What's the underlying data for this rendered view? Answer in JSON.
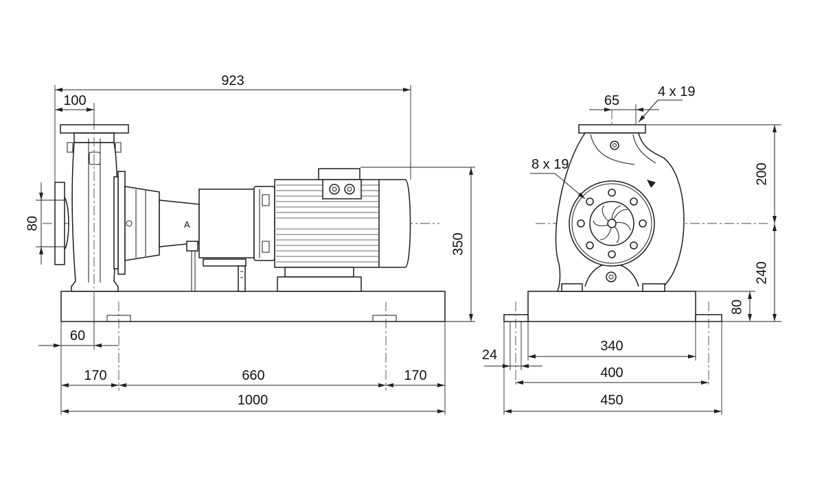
{
  "side_view": {
    "overall_length": "923",
    "flange_offset": "100",
    "suction_diameter": "80",
    "shaft_height": "350",
    "foot_offset": "60",
    "base_left": "170",
    "base_middle": "660",
    "base_right": "170",
    "base_length": "1000"
  },
  "end_view": {
    "discharge_offset": "65",
    "discharge_holes": "4 x 19",
    "suction_holes": "8 x 19",
    "top_height": "200",
    "center_height": "240",
    "base_height": "80",
    "bolt_span_inner": "340",
    "bolt_span": "400",
    "base_width": "450",
    "bolt_hole": "24"
  }
}
